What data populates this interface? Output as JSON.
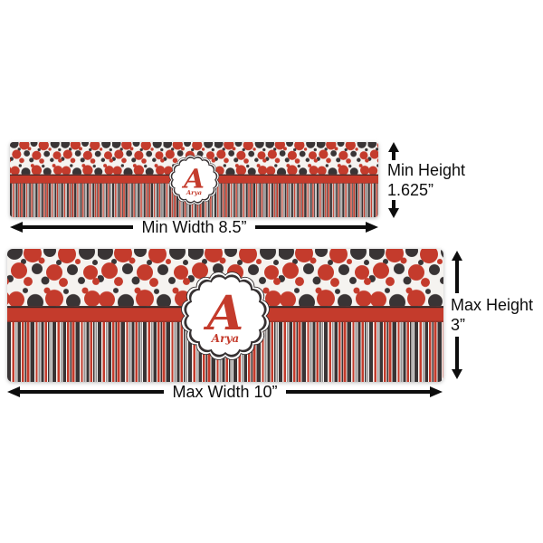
{
  "badge": {
    "initial": "A",
    "name": "Arya"
  },
  "pattern": {
    "description": "red-and-black-polka-dots-over-red-black-stripes"
  },
  "colors": {
    "red": "#c43b2c",
    "dark": "#393435",
    "stripe_gray": "#969394",
    "paper": "#f5f3f0",
    "band_top_edge": "#2f2829",
    "band_bottom_edge": "#8e281e",
    "arrow_black": "#0d0d0d",
    "badge_ring": "#363132",
    "badge_fill": "#ffffff"
  },
  "dimensions": {
    "min": {
      "width_label": "Min Width 8.5”",
      "height_line1": "Min Height",
      "height_line2": "1.625”"
    },
    "max": {
      "width_label": "Max Width 10”",
      "height_line1": "Max Height",
      "height_line2": "3”"
    }
  }
}
